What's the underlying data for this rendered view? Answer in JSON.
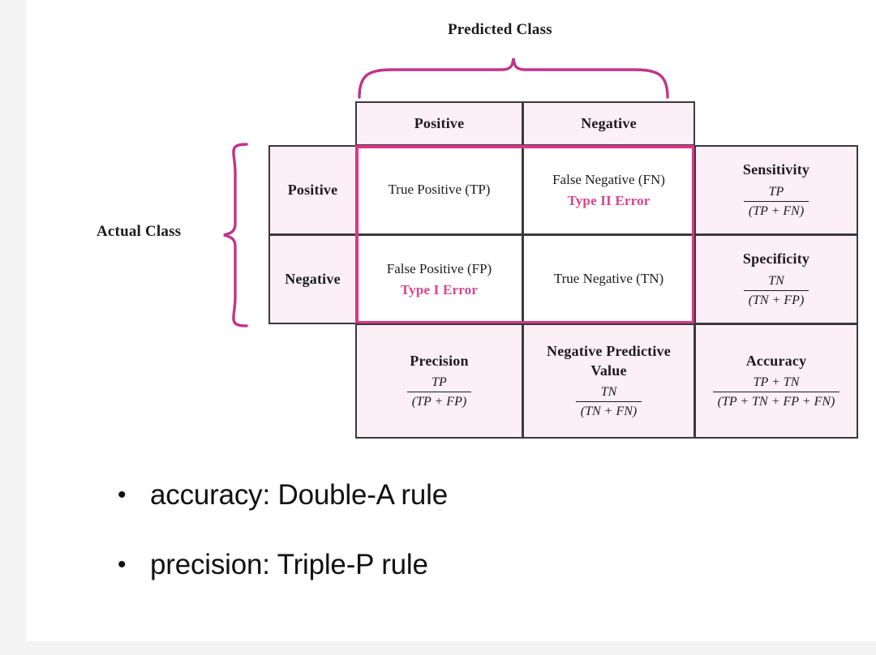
{
  "figure": {
    "predicted_class_title": "Predicted Class",
    "actual_class_title": "Actual Class",
    "column_headers": [
      "Positive",
      "Negative"
    ],
    "row_headers": [
      "Positive",
      "Negative"
    ],
    "cells": {
      "tp": {
        "label": "True Positive (TP)",
        "error": ""
      },
      "fn": {
        "label": "False Negative (FN)",
        "error": "Type II Error"
      },
      "fp": {
        "label": "False Positive (FP)",
        "error": "Type I Error"
      },
      "tn": {
        "label": "True Negative (TN)",
        "error": ""
      }
    },
    "metrics": {
      "sensitivity": {
        "name": "Sensitivity",
        "numerator": "TP",
        "denominator": "(TP + FN)"
      },
      "specificity": {
        "name": "Specificity",
        "numerator": "TN",
        "denominator": "(TN + FP)"
      },
      "precision": {
        "name": "Precision",
        "numerator": "TP",
        "denominator": "(TP + FP)"
      },
      "npv": {
        "name": "Negative Predictive Value",
        "numerator": "TN",
        "denominator": "(TN + FN)"
      },
      "accuracy": {
        "name": "Accuracy",
        "numerator": "TP + TN",
        "denominator": "(TP + TN + FP + FN)"
      }
    },
    "colors": {
      "accent_pink": "#e0338b",
      "error_text_pink": "#d6458d",
      "cell_pink_background": "#fceff6",
      "border_dark": "#3a3a3a",
      "page_background": "#f4f4f4"
    }
  },
  "notes": {
    "bullet_glyph": "•",
    "items": [
      "accuracy: Double-A rule",
      "precision: Triple-P rule"
    ]
  }
}
